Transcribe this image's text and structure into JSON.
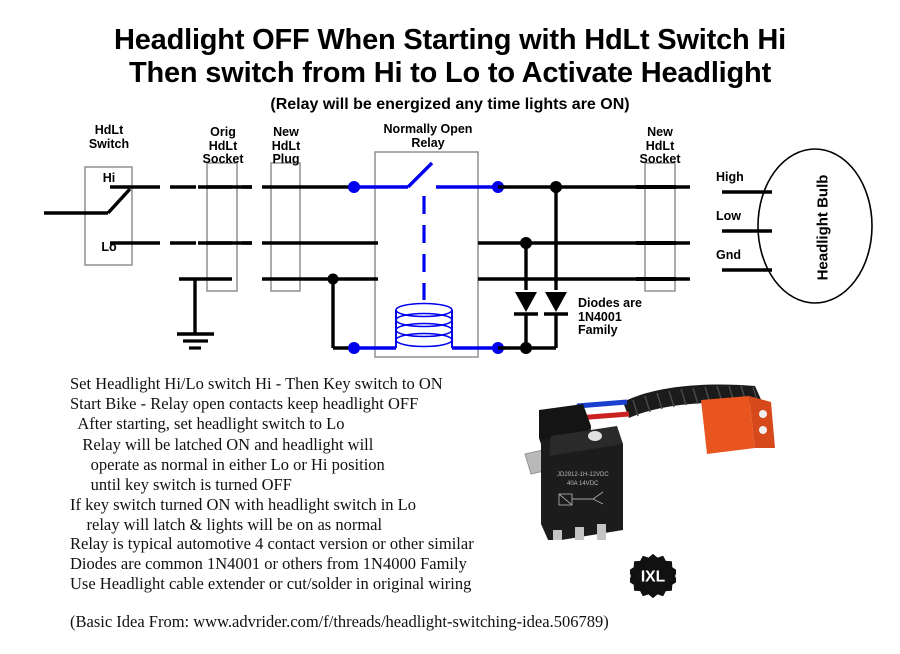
{
  "title": {
    "line1": "Headlight OFF When Starting with HdLt Switch Hi",
    "line2": "Then switch from Hi to Lo to Activate Headlight",
    "line3": "(Relay will be energized any time lights are ON)"
  },
  "diagram": {
    "labels": {
      "hdlt_switch": "HdLt\nSwitch",
      "switch_hi": "Hi",
      "switch_lo": "Lo",
      "orig_socket": "Orig\nHdLt\nSocket",
      "new_plug": "New\nHdLt\nPlug",
      "relay": "Normally Open\nRelay",
      "new_socket": "New\nHdLt\nSocket",
      "diodes": "Diodes are\n1N4001\nFamily",
      "bulb_high": "High",
      "bulb_low": "Low",
      "bulb_gnd": "Gnd",
      "bulb_name": "Headlight Bulb"
    },
    "colors": {
      "wire_black": "#000000",
      "wire_blue": "#0000EE",
      "box_outline": "#888888",
      "background": "#FFFFFF"
    }
  },
  "procedure": [
    "Set Headlight Hi/Lo switch Hi - Then Key switch to ON",
    "Start Bike - Relay open contacts keep headlight OFF",
    "  After starting, set headlight switch to Lo",
    "   Relay will be latched ON and headlight will",
    "     operate as normal in either Lo or Hi position",
    "     until key switch is turned OFF",
    "If key switch turned ON with headlight switch in Lo",
    "    relay will latch & lights will be on as normal"
  ],
  "notes": [
    "Relay is typical automotive 4 contact version or other similar",
    "Diodes are common 1N4001 or others from 1N4000 Family",
    "Use Headlight cable extender or cut/solder in original wiring"
  ],
  "credit": "(Basic Idea From: www.advrider.com/f/threads/headlight-switching-idea.506789)",
  "photos": {
    "relay_label_line1": "JD2912-1H-12VDC",
    "relay_label_line2": "40A 14VDC",
    "logo_text": "IXL"
  }
}
